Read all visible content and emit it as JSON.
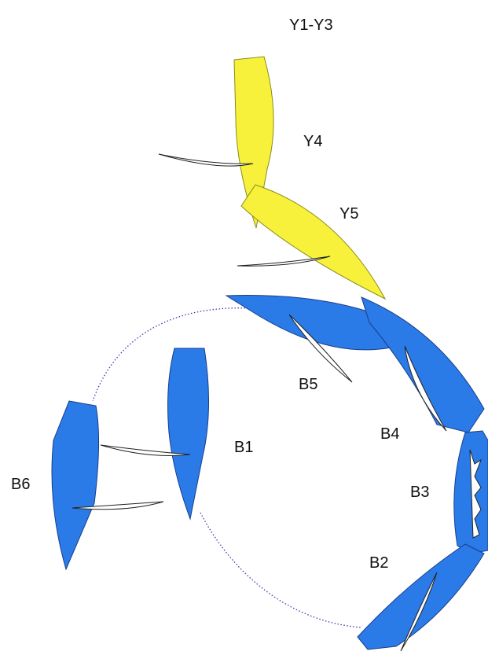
{
  "colors": {
    "blue_boat": "#2a7ae8",
    "yellow_boat": "#f7f13c",
    "track": "#3a3ab0"
  },
  "labels": {
    "y1_y3": "Y1-Y3",
    "y4": "Y4",
    "y5": "Y5",
    "b1": "B1",
    "b2": "B2",
    "b3": "B3",
    "b4": "B4",
    "b5": "B5",
    "b6": "B6"
  }
}
